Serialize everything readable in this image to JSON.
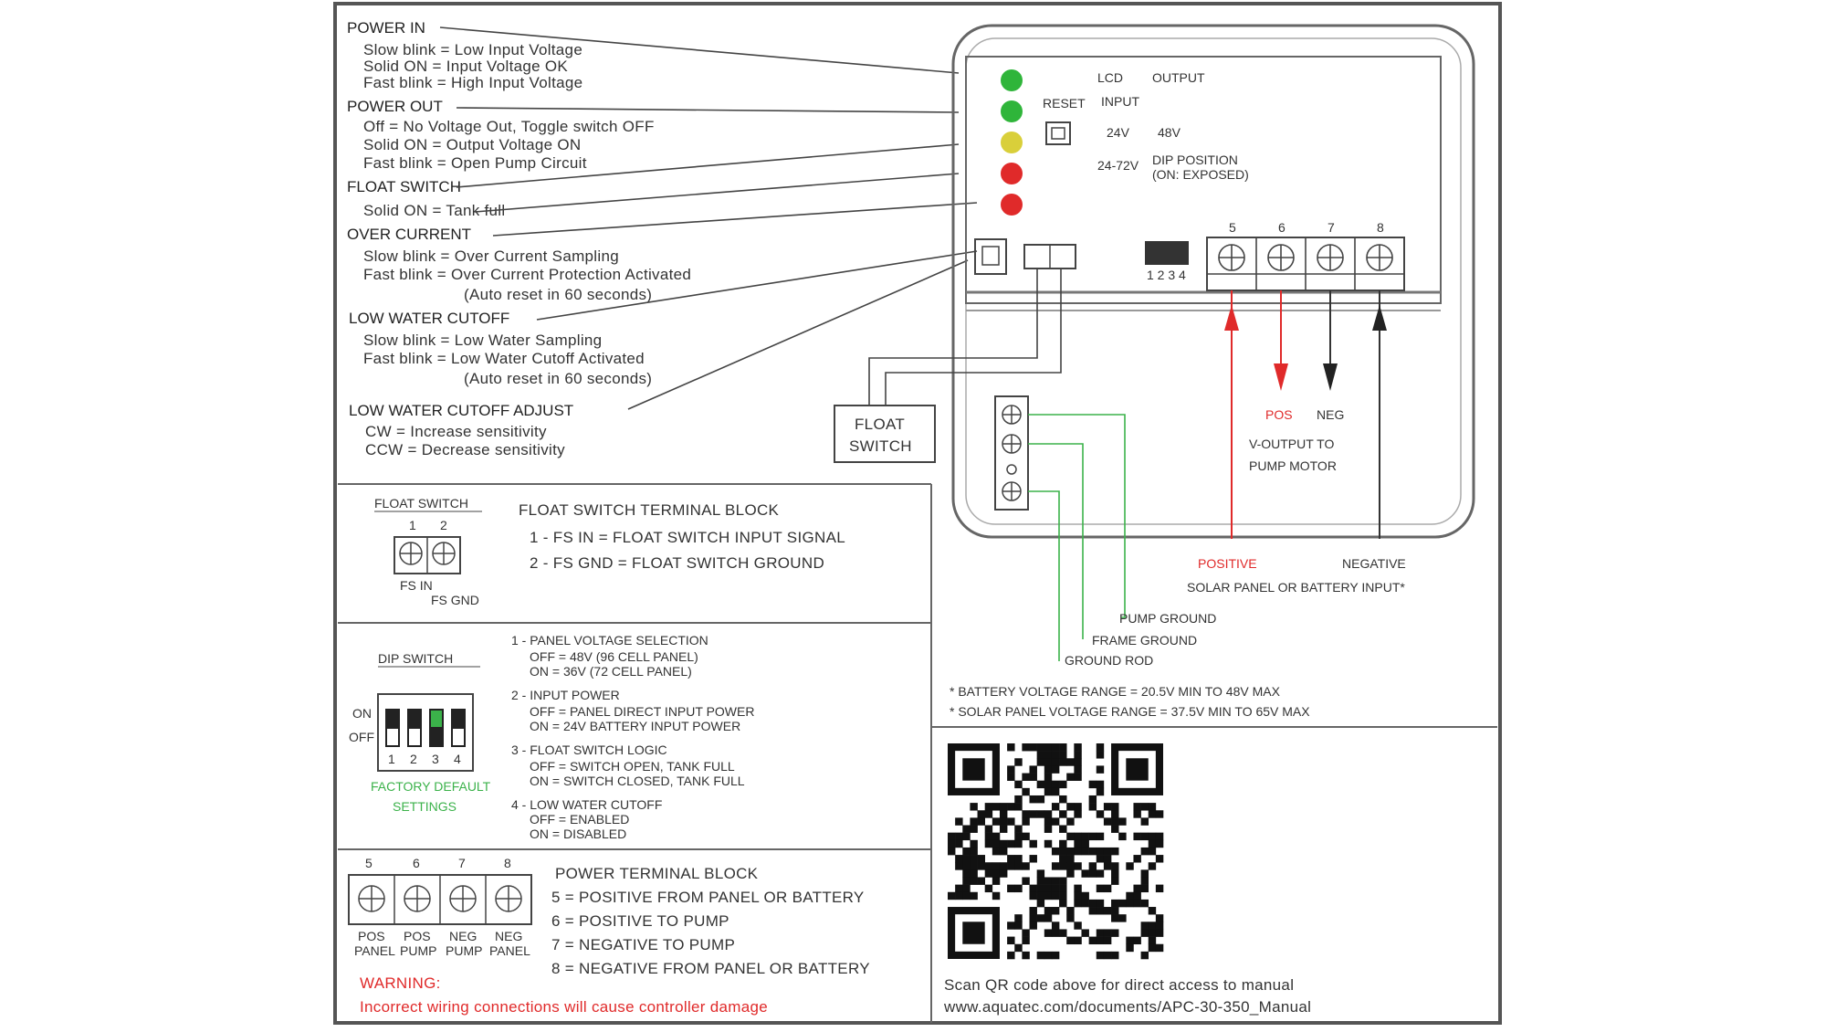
{
  "diagram": {
    "status_legend": [
      {
        "title": "POWER IN",
        "lines": [
          "Slow blink = Low Input Voltage",
          "Solid ON = Input Voltage OK",
          "Fast blink = High Input Voltage"
        ]
      },
      {
        "title": "POWER OUT",
        "lines": [
          "Off = No Voltage Out, Toggle switch OFF",
          "Solid ON = Output Voltage ON",
          "Fast blink = Open Pump Circuit"
        ]
      },
      {
        "title": "FLOAT SWITCH",
        "lines": [
          "Solid ON = Tank full"
        ]
      },
      {
        "title": "OVER CURRENT",
        "lines": [
          "Slow blink = Over Current Sampling",
          "Fast blink = Over Current Protection Activated",
          "(Auto reset in 60 seconds)"
        ]
      },
      {
        "title": "LOW WATER CUTOFF",
        "lines": [
          "Slow blink = Low Water Sampling",
          "Fast blink = Low Water Cutoff Activated",
          "(Auto reset in 60 seconds)"
        ]
      },
      {
        "title": "LOW WATER CUTOFF ADJUST",
        "lines": [
          "CW = Increase sensitivity",
          "CCW = Decrease sensitivity"
        ]
      }
    ],
    "led_colors": [
      "#2fb53a",
      "#2fb53a",
      "#d9cf3a",
      "#e02a2a",
      "#e02a2a"
    ],
    "controller": {
      "top_labels": [
        "RESET",
        "LCD",
        "INPUT",
        "OUTPUT"
      ],
      "mode_labels": [
        "24V",
        "48V",
        "24-72V"
      ],
      "mode_note": [
        "DIP POSITION",
        "(ON: EXPOSED)"
      ],
      "float_switch_box": [
        "FLOAT",
        "SWITCH"
      ],
      "terminal_numbers": [
        "5",
        "6",
        "7",
        "8"
      ],
      "pump_labels": {
        "pos": "POS",
        "neg": "NEG",
        "caption_1": "V-OUTPUT TO",
        "caption_2": "PUMP MOTOR"
      },
      "ground_labels": [
        "PUMP GROUND",
        "FRAME GROUND",
        "GROUND ROD"
      ],
      "input_labels": {
        "positive": "POSITIVE",
        "negative": "NEGATIVE",
        "caption": "SOLAR PANEL OR BATTERY INPUT*"
      },
      "notes": [
        "* BATTERY VOLTAGE RANGE = 20.5V MIN TO 48V MAX",
        "* SOLAR PANEL VOLTAGE RANGE = 37.5V MIN TO 65V MAX"
      ]
    },
    "float_terminal": {
      "header": "FLOAT SWITCH",
      "numbers": [
        "1",
        "2"
      ],
      "bottom_labels": [
        "FS IN",
        "FS GND"
      ],
      "title": "FLOAT SWITCH TERMINAL BLOCK",
      "lines": [
        "1 - FS IN = FLOAT SWITCH INPUT SIGNAL",
        "2 - FS GND = FLOAT SWITCH GROUND"
      ]
    },
    "dip_switch": {
      "header": "DIP SWITCH",
      "on_label": "ON",
      "off_label": "OFF",
      "numbers": [
        "1",
        "2",
        "3",
        "4"
      ],
      "factory_note": [
        "FACTORY DEFAULT",
        "SETTINGS"
      ],
      "items": [
        {
          "title": "1 - PANEL VOLTAGE SELECTION",
          "lines": [
            "OFF = 48V (96 CELL PANEL)",
            "ON = 36V (72 CELL PANEL)"
          ]
        },
        {
          "title": "2 - INPUT POWER",
          "lines": [
            "OFF = PANEL DIRECT INPUT POWER",
            "ON = 24V BATTERY INPUT POWER"
          ]
        },
        {
          "title": "3 - FLOAT SWITCH LOGIC",
          "lines": [
            "OFF = SWITCH OPEN, TANK FULL",
            "ON = SWITCH CLOSED, TANK FULL"
          ]
        },
        {
          "title": "4 - LOW WATER CUTOFF",
          "lines": [
            "OFF = ENABLED",
            "ON = DISABLED"
          ]
        }
      ]
    },
    "power_terminal": {
      "numbers": [
        "5",
        "6",
        "7",
        "8"
      ],
      "bottom_labels": [
        [
          "POS",
          "PANEL"
        ],
        [
          "POS",
          "PUMP"
        ],
        [
          "NEG",
          "PUMP"
        ],
        [
          "NEG",
          "PANEL"
        ]
      ],
      "title": "POWER TERMINAL BLOCK",
      "lines": [
        "5 = POSITIVE FROM PANEL OR BATTERY",
        "6 = POSITIVE TO PUMP",
        "7 = NEGATIVE TO PUMP",
        "8 = NEGATIVE FROM PANEL OR BATTERY"
      ],
      "warning_title": "WARNING:",
      "warning_text": "Incorrect wiring connections will cause controller damage"
    },
    "qr": {
      "caption_1": "Scan QR code above for direct access to manual",
      "caption_2": "www.aquatec.com/documents/APC-30-350_Manual"
    }
  }
}
